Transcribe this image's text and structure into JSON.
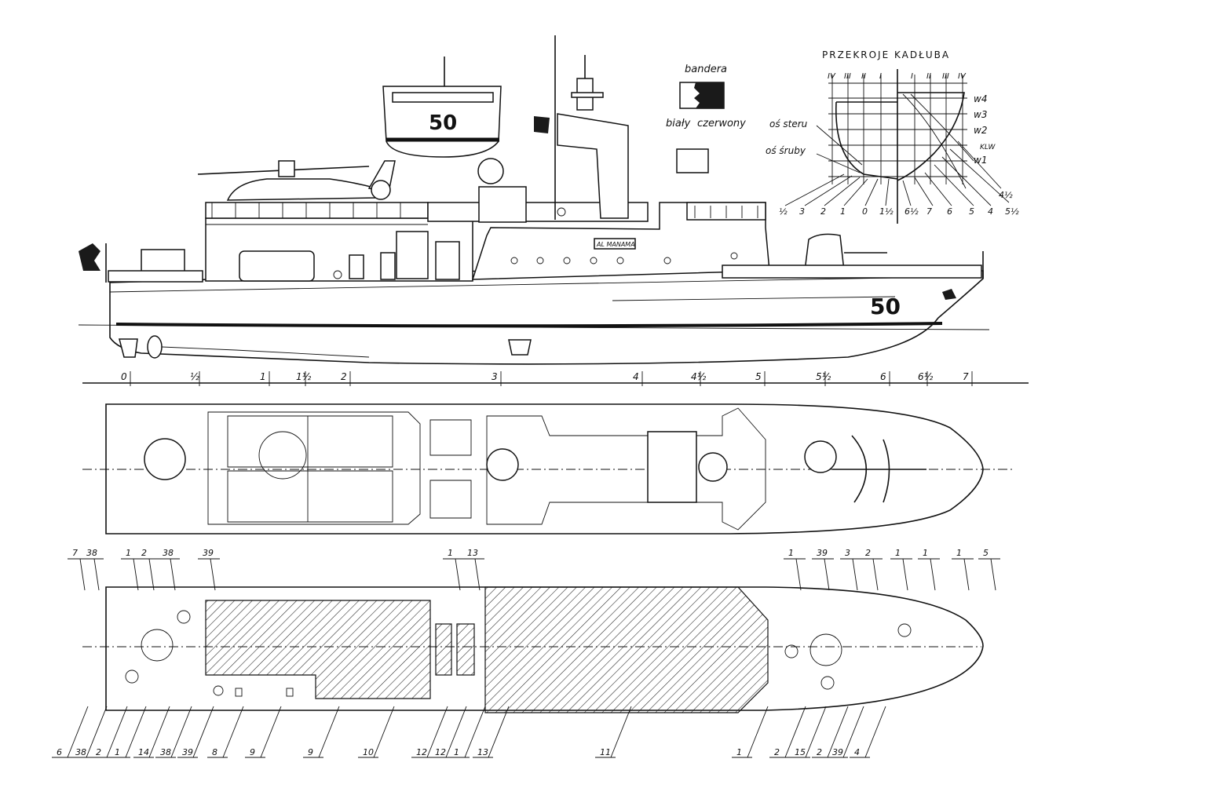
{
  "hull_sections": {
    "title": "PRZEKROJE KADŁUBA",
    "top_labels": [
      "IV",
      "III",
      "II",
      "I",
      "I",
      "II",
      "III",
      "IV"
    ],
    "waterlines": [
      "w4",
      "w3",
      "w2",
      "KLW",
      "w1"
    ],
    "rudder_axis": "oś steru",
    "screw_axis": "oś śruby",
    "bottom_labels": [
      "½",
      "3",
      "2",
      "1",
      "0",
      "1½",
      "6½",
      "7",
      "6",
      "5",
      "4",
      "5½",
      "4½"
    ]
  },
  "flag": {
    "title": "bandera",
    "white_label": "biały",
    "red_label": "czerwony"
  },
  "hull_number": "50",
  "ship_name": "AL MANAMA",
  "frame_scale": [
    "0",
    "½",
    "1",
    "1½",
    "2",
    "3",
    "4",
    "4½",
    "5",
    "5½",
    "6",
    "6½",
    "7"
  ],
  "deck_plan_top_labels": [
    "7",
    "38",
    "1",
    "2",
    "38",
    "39",
    "1",
    "13",
    "1",
    "39",
    "3",
    "2",
    "1",
    "1",
    "1",
    "5"
  ],
  "deck_plan_bottom_labels": [
    "6",
    "38",
    "2",
    "1",
    "14",
    "38",
    "39",
    "8",
    "9",
    "9",
    "10",
    "12",
    "12",
    "1",
    "13",
    "11",
    "1",
    "2",
    "15",
    "2",
    "39",
    "4"
  ],
  "colors": {
    "ink": "#111111",
    "paper": "#ffffff"
  }
}
